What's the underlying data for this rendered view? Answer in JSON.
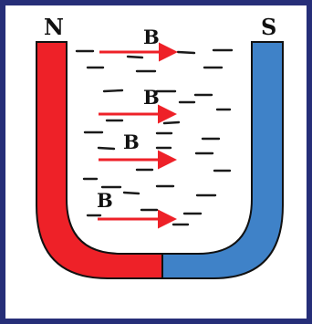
{
  "labels": {
    "north_pole": "N",
    "south_pole": "S",
    "field": "B"
  },
  "colors": {
    "frame": "#262e78",
    "background": "#ffffff",
    "north_magnet": "#ee2128",
    "south_magnet": "#3f82c8",
    "magnet_outline": "#111111",
    "field_arrow": "#ee2128",
    "iron_filings": "#1a1a1a"
  }
}
